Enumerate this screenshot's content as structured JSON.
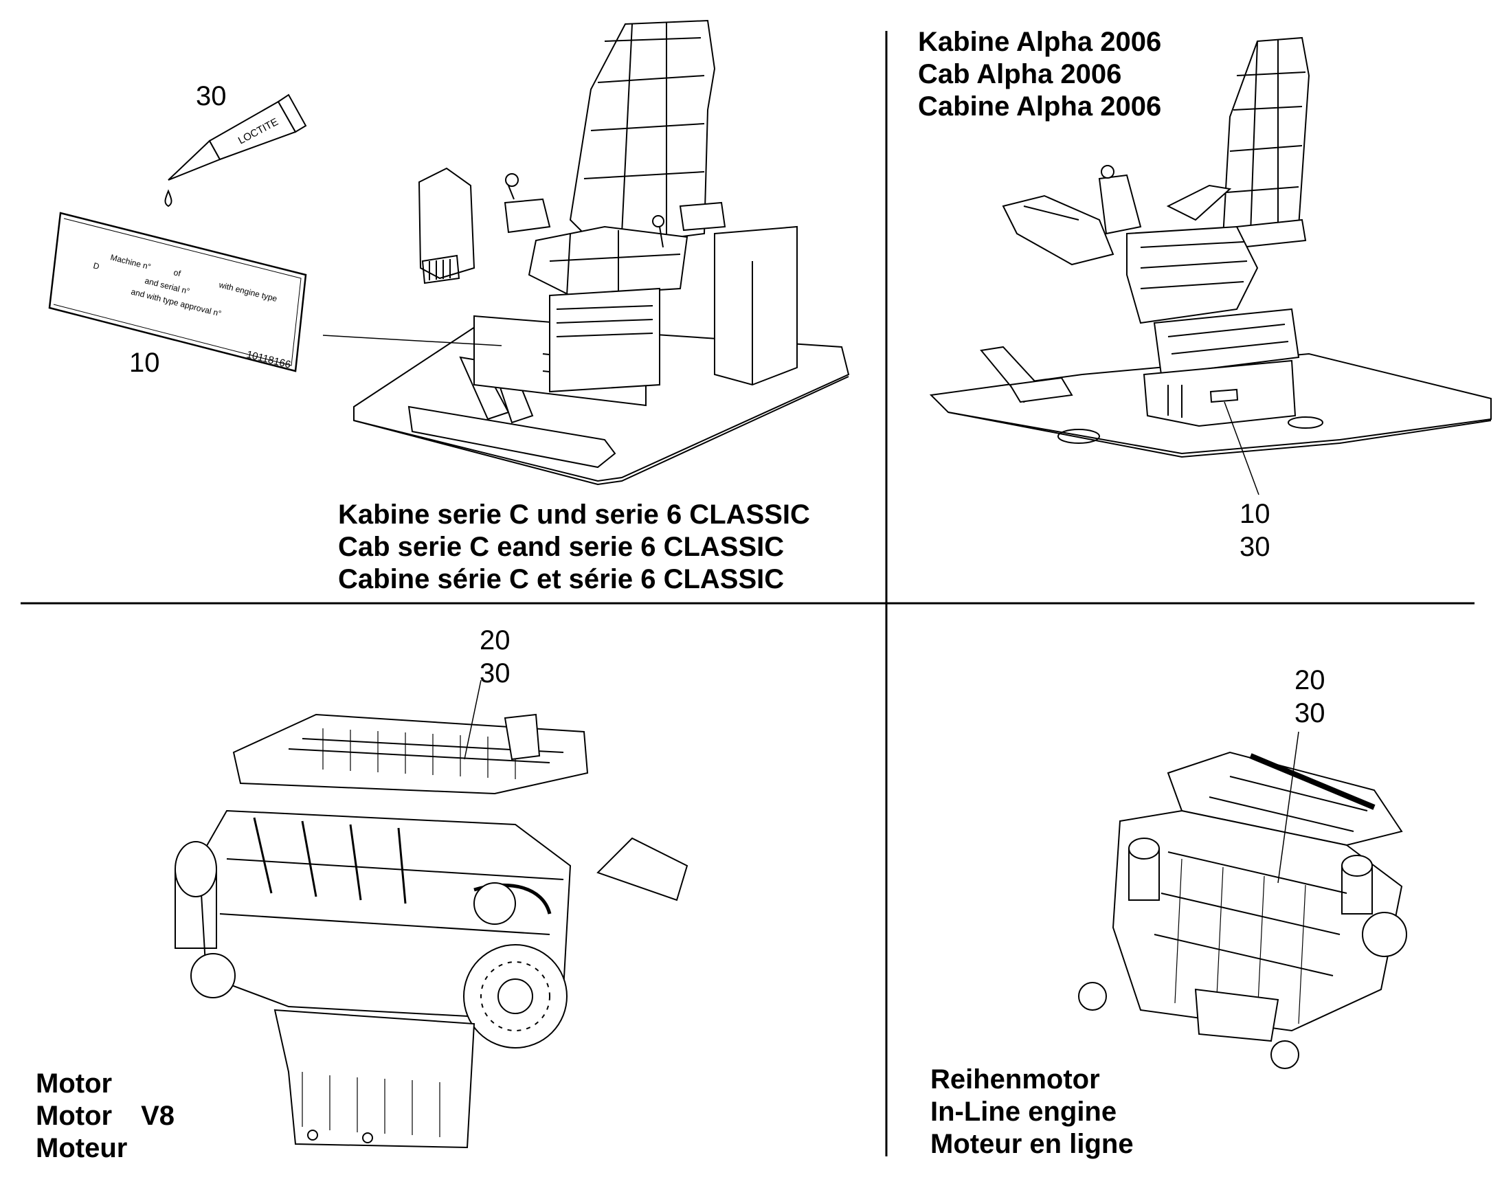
{
  "quadrants": {
    "top_left": {
      "caption": [
        "Kabine serie C und serie 6 CLASSIC",
        "Cab serie C eand serie 6 CLASSIC",
        "Cabine série C et série 6 CLASSIC"
      ],
      "callout_label": "10",
      "callout_tube": "30",
      "tube_brand": "LOCTITE",
      "plate_text": {
        "line1": "Machine n°",
        "line1b": "of",
        "line1c": "with engine type",
        "line2": "D",
        "line2b": "and serial n°",
        "line3": "and with type approval n°",
        "part_no": "10118166"
      }
    },
    "top_right": {
      "caption": [
        "Kabine Alpha 2006",
        "Cab Alpha 2006",
        "Cabine Alpha 2006"
      ],
      "callouts": [
        "10",
        "30"
      ]
    },
    "bottom_left": {
      "caption": [
        "Motor",
        "Motor",
        "Moteur"
      ],
      "caption_suffix": "V8",
      "callouts": [
        "20",
        "30"
      ]
    },
    "bottom_right": {
      "caption": [
        "Reihenmotor",
        "In-Line engine",
        "Moteur en ligne"
      ],
      "callouts": [
        "20",
        "30"
      ]
    }
  }
}
